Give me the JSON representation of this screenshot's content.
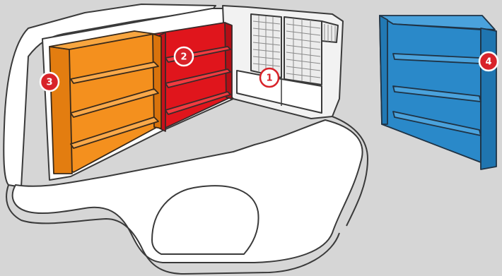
{
  "colors": {
    "background": "#d6d6d6",
    "van_body": "#ffffff",
    "outline": "#3a3a3a",
    "partition": "#f2f2f2",
    "shelf_1_callout": "#d8232a",
    "shelf_2_red": "#e0151c",
    "shelf_3_orange": "#f4901e",
    "shelf_4_blue": "#2a89c9",
    "callout_fill": "#d8232a"
  },
  "callouts": [
    {
      "label": "1",
      "target": "bulkhead-partition"
    },
    {
      "label": "2",
      "target": "red-shelving-unit"
    },
    {
      "label": "3",
      "target": "orange-shelving-unit"
    },
    {
      "label": "4",
      "target": "blue-shelving-unit"
    }
  ]
}
